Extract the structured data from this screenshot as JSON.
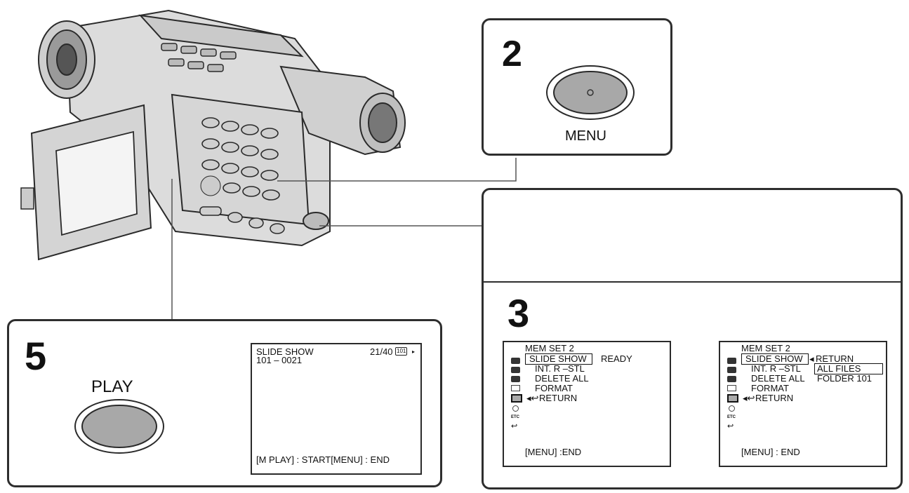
{
  "steps": {
    "menu_step": "2",
    "dial_step": "3",
    "play_step": "5"
  },
  "buttons": {
    "menu_label": "MENU",
    "play_label": "PLAY"
  },
  "play_screen": {
    "line1": "SLIDE SHOW",
    "line2": "101 – 0021",
    "counter": "21/40",
    "folder": "101",
    "footer": "[M PLAY] : START[MENU] : END"
  },
  "menu_screen_left": {
    "header": "MEM SET 2",
    "items": [
      "SLIDE SHOW",
      "INT. R –STL",
      "DELETE ALL",
      "FORMAT",
      "RETURN"
    ],
    "status": "READY",
    "footer": "[MENU] :END"
  },
  "menu_screen_right": {
    "header": "MEM SET 2",
    "items": [
      "SLIDE SHOW",
      "INT. R –STL",
      "DELETE ALL",
      "FORMAT",
      "RETURN"
    ],
    "options": [
      "RETURN",
      "ALL FILES",
      "FOLDER 101"
    ],
    "footer": "[MENU] : END"
  },
  "icons": {
    "etc": "ETC"
  },
  "colors": {
    "line": "#2e2e2e",
    "button_fill": "#a8a8a8",
    "panel_bg": "#ffffff"
  }
}
